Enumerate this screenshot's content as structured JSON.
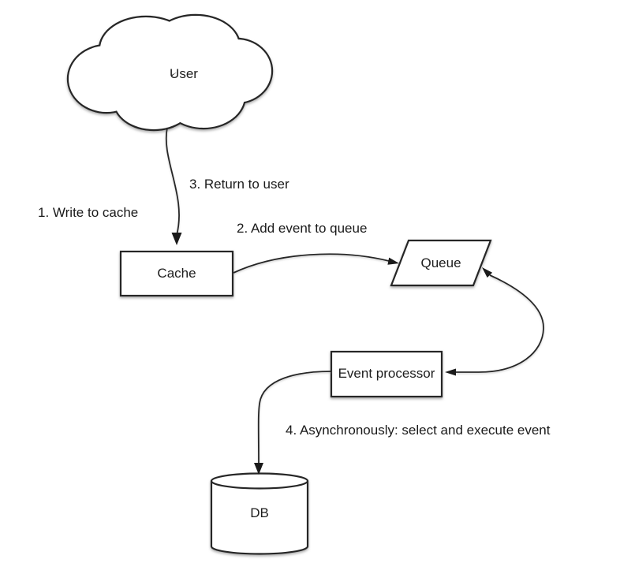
{
  "diagram": {
    "background": "#ffffff",
    "stroke_color": "#262626",
    "text_color": "#1d1d1d",
    "nodes": {
      "user": {
        "label": "User",
        "shape": "cloud"
      },
      "cache": {
        "label": "Cache",
        "shape": "rectangle"
      },
      "queue": {
        "label": "Queue",
        "shape": "parallelogram"
      },
      "event_processor": {
        "label": "Event processor",
        "shape": "rectangle"
      },
      "db": {
        "label": "DB",
        "shape": "cylinder"
      }
    },
    "steps": {
      "step1": {
        "label": "1. Write to cache"
      },
      "step2": {
        "label": "2. Add event to queue"
      },
      "step3": {
        "label": "3. Return to user"
      },
      "step4": {
        "label": "4. Asynchronously: select and execute event"
      }
    },
    "edges": [
      {
        "from": "user",
        "to": "cache",
        "arrow": "to"
      },
      {
        "from": "cache",
        "to": "queue",
        "arrow": "to"
      },
      {
        "from": "queue",
        "to": "event_processor",
        "arrow": "both"
      },
      {
        "from": "event_processor",
        "to": "db",
        "arrow": "to"
      }
    ]
  }
}
